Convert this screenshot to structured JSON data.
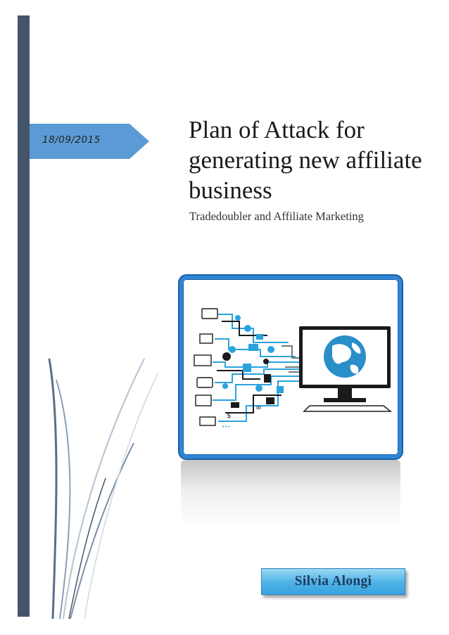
{
  "cover": {
    "date": "18/09/2015",
    "title": "Plan of Attack for generating new affiliate business",
    "subtitle": "Tradedoubler and Affiliate Marketing",
    "author": "Silvia Alongi"
  },
  "image_icons": {
    "currency_symbol": "$",
    "infinity_symbol": "∞",
    "ellipsis": "•••"
  },
  "colors": {
    "sidebar": "#44546a",
    "date_tab": "#5b9bd5",
    "frame_border": "#2f86d5",
    "author_box": "#4cb2e6",
    "author_text": "#1f3a5f",
    "network_blue": "#29a3dd",
    "globe_blue": "#2a8ec9",
    "monitor": "#1a1a1a"
  }
}
